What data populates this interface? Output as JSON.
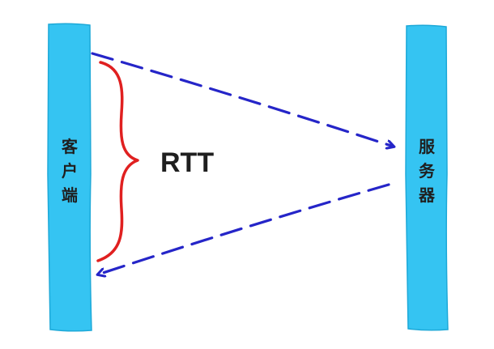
{
  "client": {
    "label_lines": [
      "客",
      "户",
      "端"
    ]
  },
  "server": {
    "label_lines": [
      "服",
      "务",
      "器"
    ]
  },
  "interval": {
    "label": "RTT"
  },
  "colors": {
    "bar_fill": "#35c4f2",
    "bar_edge": "#1ea9d8",
    "arrow": "#2525c8",
    "brace": "#e02020",
    "text": "#1f1f1f"
  },
  "icons": {
    "request_arrow": "dashed-arrow-right-icon",
    "response_arrow": "dashed-arrow-left-icon",
    "brace": "curly-brace-icon"
  }
}
